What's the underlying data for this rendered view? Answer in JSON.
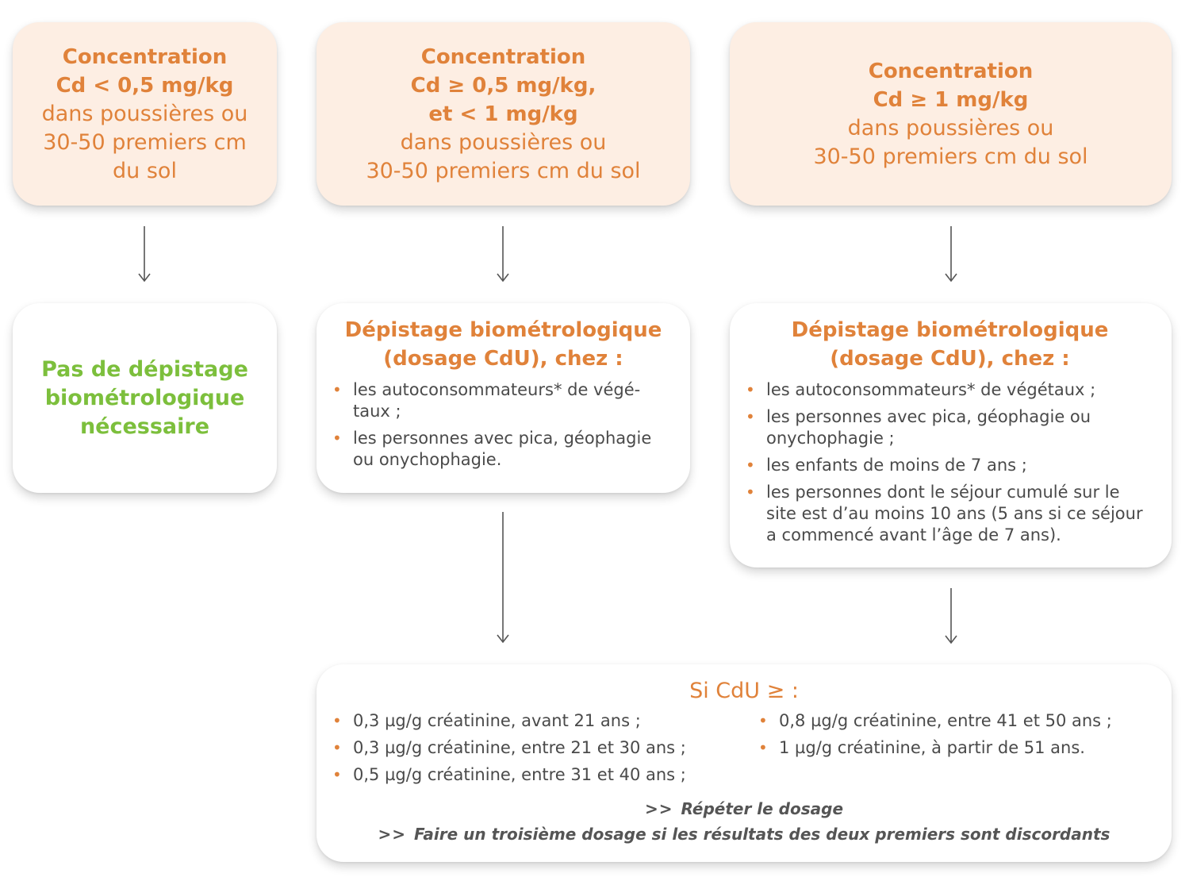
{
  "top_boxes": [
    {
      "line1": "Concentration",
      "line2": "Cd < 0,5 mg/kg",
      "line3": "dans poussières ou",
      "line4": "30-50 premiers cm",
      "line5": "du sol"
    },
    {
      "line1": "Concentration",
      "line2": "Cd ≥ 0,5 mg/kg,",
      "line3": "et < 1 mg/kg",
      "line4": "dans poussières ou",
      "line5": "30-50 premiers cm du sol"
    },
    {
      "line1": "Concentration",
      "line2": "Cd ≥ 1 mg/kg",
      "line3": "dans poussières ou",
      "line4": "30-50 premiers cm du sol"
    }
  ],
  "no_screening": {
    "line1": "Pas de dépistage",
    "line2": "biométrologique",
    "line3": "nécessaire"
  },
  "screening_mid": {
    "title1": "Dépistage biométrologique",
    "title2": "(dosage CdU), chez :",
    "items": [
      "les autoconsommateurs* de végé-taux ;",
      "les personnes avec pica, géophagie ou onychophagie."
    ]
  },
  "screening_right": {
    "title1": "Dépistage biométrologique",
    "title2": "(dosage CdU), chez :",
    "items": [
      "les autoconsommateurs* de végétaux ;",
      "les personnes avec pica, géophagie ou onychophagie ;",
      "les enfants de moins de 7 ans ;",
      "les personnes dont le séjour cumulé sur le site est d’au moins 10 ans (5 ans si ce séjour a commencé avant l’âge de 7 ans)."
    ]
  },
  "thresholds": {
    "title": "Si CdU ≥ :",
    "col1": [
      "0,3 µg/g créatinine, avant 21 ans ;",
      "0,3 µg/g créatinine, entre 21 et 30 ans ;",
      "0,5 µg/g créatinine, entre 31 et 40 ans ;"
    ],
    "col2": [
      "0,8 µg/g créatinine, entre 41 et 50 ans ;",
      "1 µg/g créatinine, à partir de 51 ans."
    ],
    "chevrons": ">>",
    "note1": "Répéter le dosage",
    "note2": "Faire un troisième dosage si les résultats des deux premiers sont discordants"
  },
  "colors": {
    "accent_orange": "#e0823a",
    "accent_green": "#7cbf3c",
    "peach_fill": "#fdeee3"
  },
  "icons": {
    "bullet": "•",
    "arrow": "arrow-down-icon"
  }
}
